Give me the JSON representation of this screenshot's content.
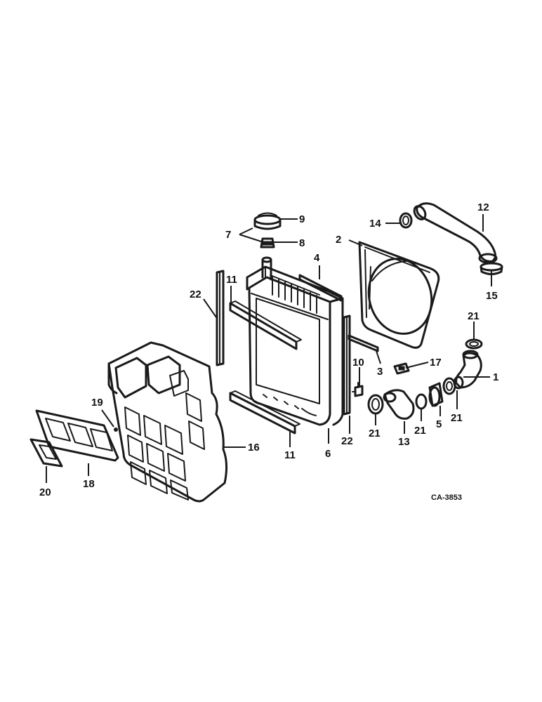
{
  "figure_ref": "CA-3853",
  "callouts": {
    "c1": "1",
    "c2": "2",
    "c3": "3",
    "c4": "4",
    "c5": "5",
    "c6": "6",
    "c7": "7",
    "c8": "8",
    "c9": "9",
    "c10": "10",
    "c11a": "11",
    "c11b": "11",
    "c12": "12",
    "c13": "13",
    "c14": "14",
    "c15": "15",
    "c16": "16",
    "c17": "17",
    "c18": "18",
    "c19": "19",
    "c20": "20",
    "c21a": "21",
    "c21b": "21",
    "c21c": "21",
    "c21d": "21",
    "c22a": "22",
    "c22b": "22"
  }
}
